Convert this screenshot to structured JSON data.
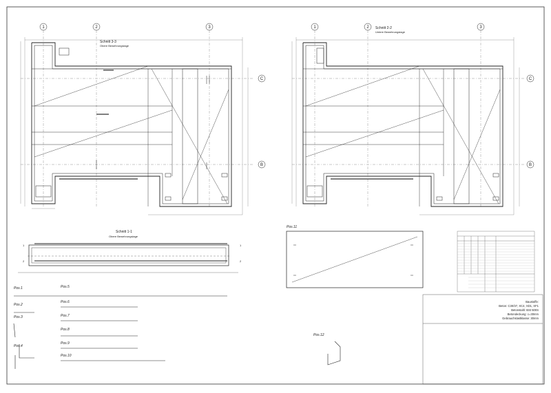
{
  "sections": {
    "s33": {
      "title": "Schnitt 3-3",
      "subtitle": "Obere Bewehrungslage"
    },
    "s22": {
      "title": "Schnitt 2-2",
      "subtitle": "Untere Bewehrungslage"
    },
    "s11": {
      "title": "Schnitt 1-1",
      "subtitle": "Obere Bewehrungslage"
    }
  },
  "axes": {
    "columns": [
      "1",
      "2",
      "3"
    ],
    "rows": [
      "C",
      "B"
    ]
  },
  "section_marks": {
    "m1": "1",
    "m2": "2"
  },
  "positions": [
    {
      "label": "Pos.1"
    },
    {
      "label": "Pos.2"
    },
    {
      "label": "Pos.3"
    },
    {
      "label": "Pos.4"
    },
    {
      "label": "Pos.5"
    },
    {
      "label": "Pos.6"
    },
    {
      "label": "Pos.7"
    },
    {
      "label": "Pos.8"
    },
    {
      "label": "Pos.9"
    },
    {
      "label": "Pos.10"
    },
    {
      "label": "Pos.11"
    },
    {
      "label": "Pos.12"
    }
  ],
  "notes": {
    "heading": "Baustoffe:",
    "beton": "Beton: C30/37, XC4, XD1, XF1",
    "stahl": "Betonstahl: BSt 500S",
    "cover": "Betondeckung: c=30mm",
    "extra": "Gebrauchslastklasse: 30mm"
  }
}
